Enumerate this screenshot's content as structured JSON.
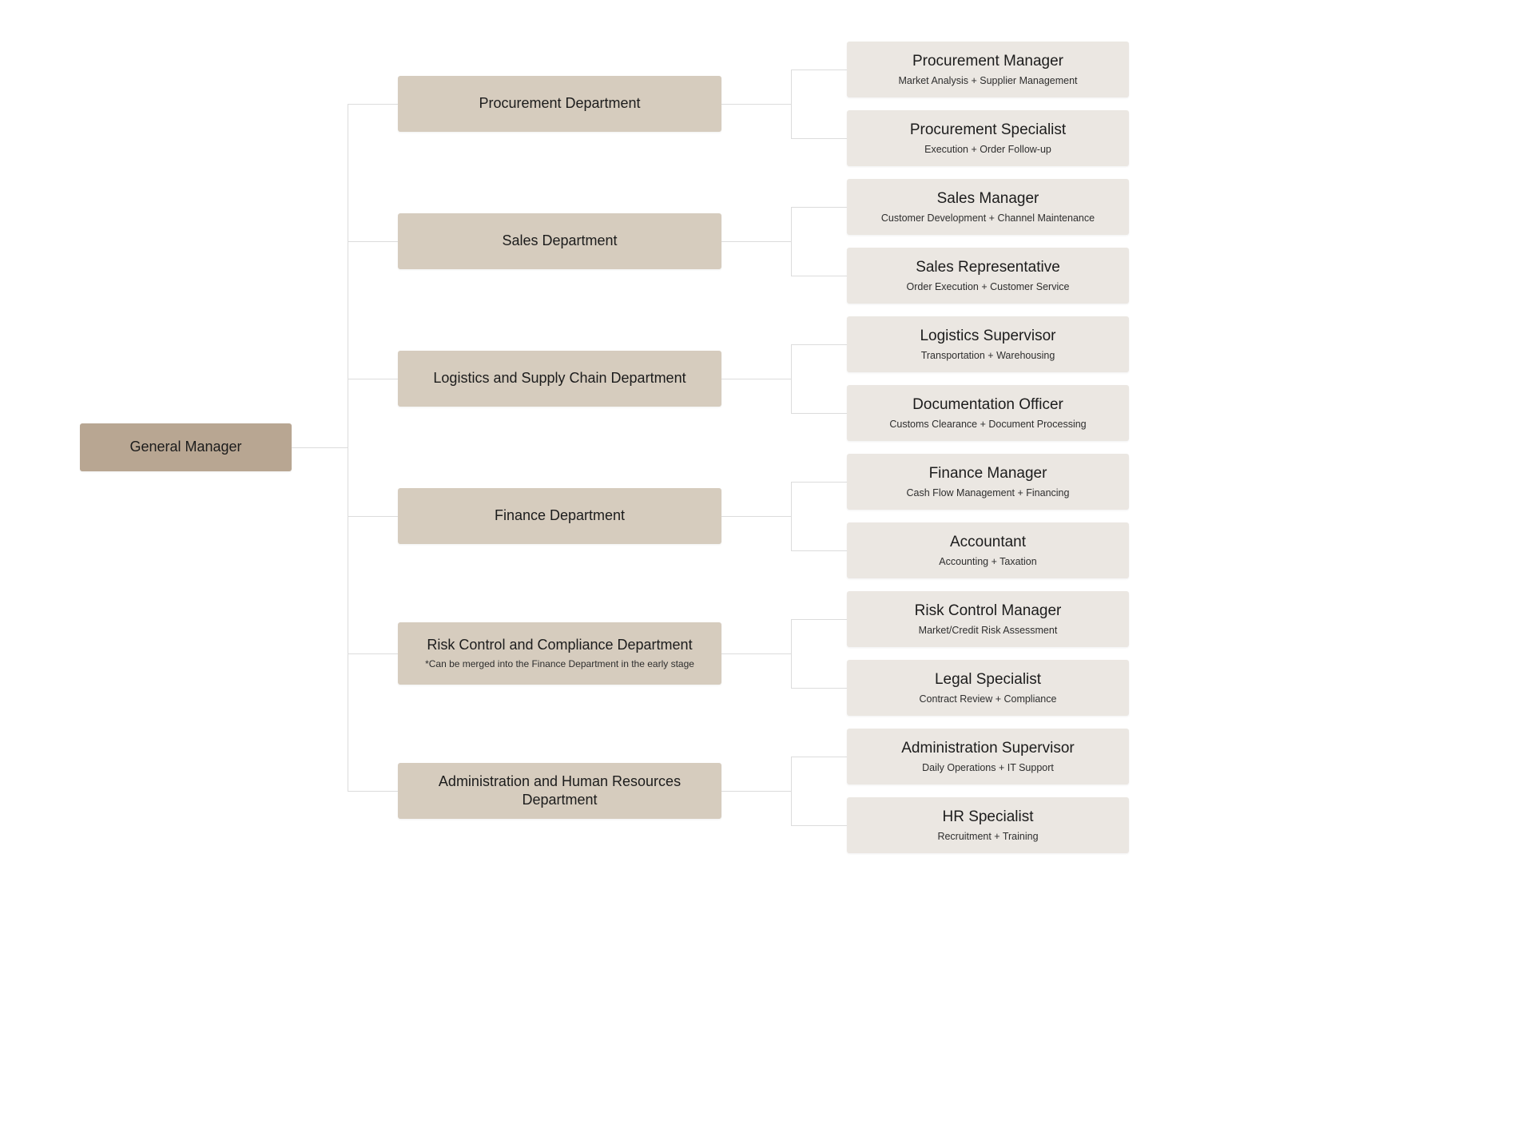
{
  "root": {
    "label": "General Manager"
  },
  "departments": [
    {
      "label": "Procurement Department",
      "note": "",
      "roles": [
        {
          "title": "Procurement Manager",
          "subtitle": "Market Analysis + Supplier Management"
        },
        {
          "title": "Procurement Specialist",
          "subtitle": "Execution + Order Follow-up"
        }
      ]
    },
    {
      "label": "Sales Department",
      "note": "",
      "roles": [
        {
          "title": "Sales Manager",
          "subtitle": "Customer Development + Channel Maintenance"
        },
        {
          "title": "Sales Representative",
          "subtitle": "Order Execution + Customer Service"
        }
      ]
    },
    {
      "label": "Logistics and Supply Chain Department",
      "note": "",
      "roles": [
        {
          "title": "Logistics Supervisor",
          "subtitle": "Transportation + Warehousing"
        },
        {
          "title": "Documentation Officer",
          "subtitle": "Customs Clearance + Document Processing"
        }
      ]
    },
    {
      "label": "Finance Department",
      "note": "",
      "roles": [
        {
          "title": "Finance Manager",
          "subtitle": "Cash Flow Management + Financing"
        },
        {
          "title": "Accountant",
          "subtitle": "Accounting + Taxation"
        }
      ]
    },
    {
      "label": "Risk Control and Compliance Department",
      "note": "*Can be merged into the Finance Department in the early stage",
      "roles": [
        {
          "title": "Risk Control Manager",
          "subtitle": "Market/Credit Risk Assessment"
        },
        {
          "title": "Legal Specialist",
          "subtitle": "Contract Review + Compliance"
        }
      ]
    },
    {
      "label": "Administration and Human Resources Department",
      "note": "",
      "roles": [
        {
          "title": "Administration Supervisor",
          "subtitle": "Daily Operations + IT Support"
        },
        {
          "title": "HR Specialist",
          "subtitle": "Recruitment + Training"
        }
      ]
    }
  ],
  "colors": {
    "root_bg": "#b8a692",
    "dept_bg": "#d6ccbe",
    "role_bg": "#ebe7e2",
    "line": "#dcdcdc"
  }
}
